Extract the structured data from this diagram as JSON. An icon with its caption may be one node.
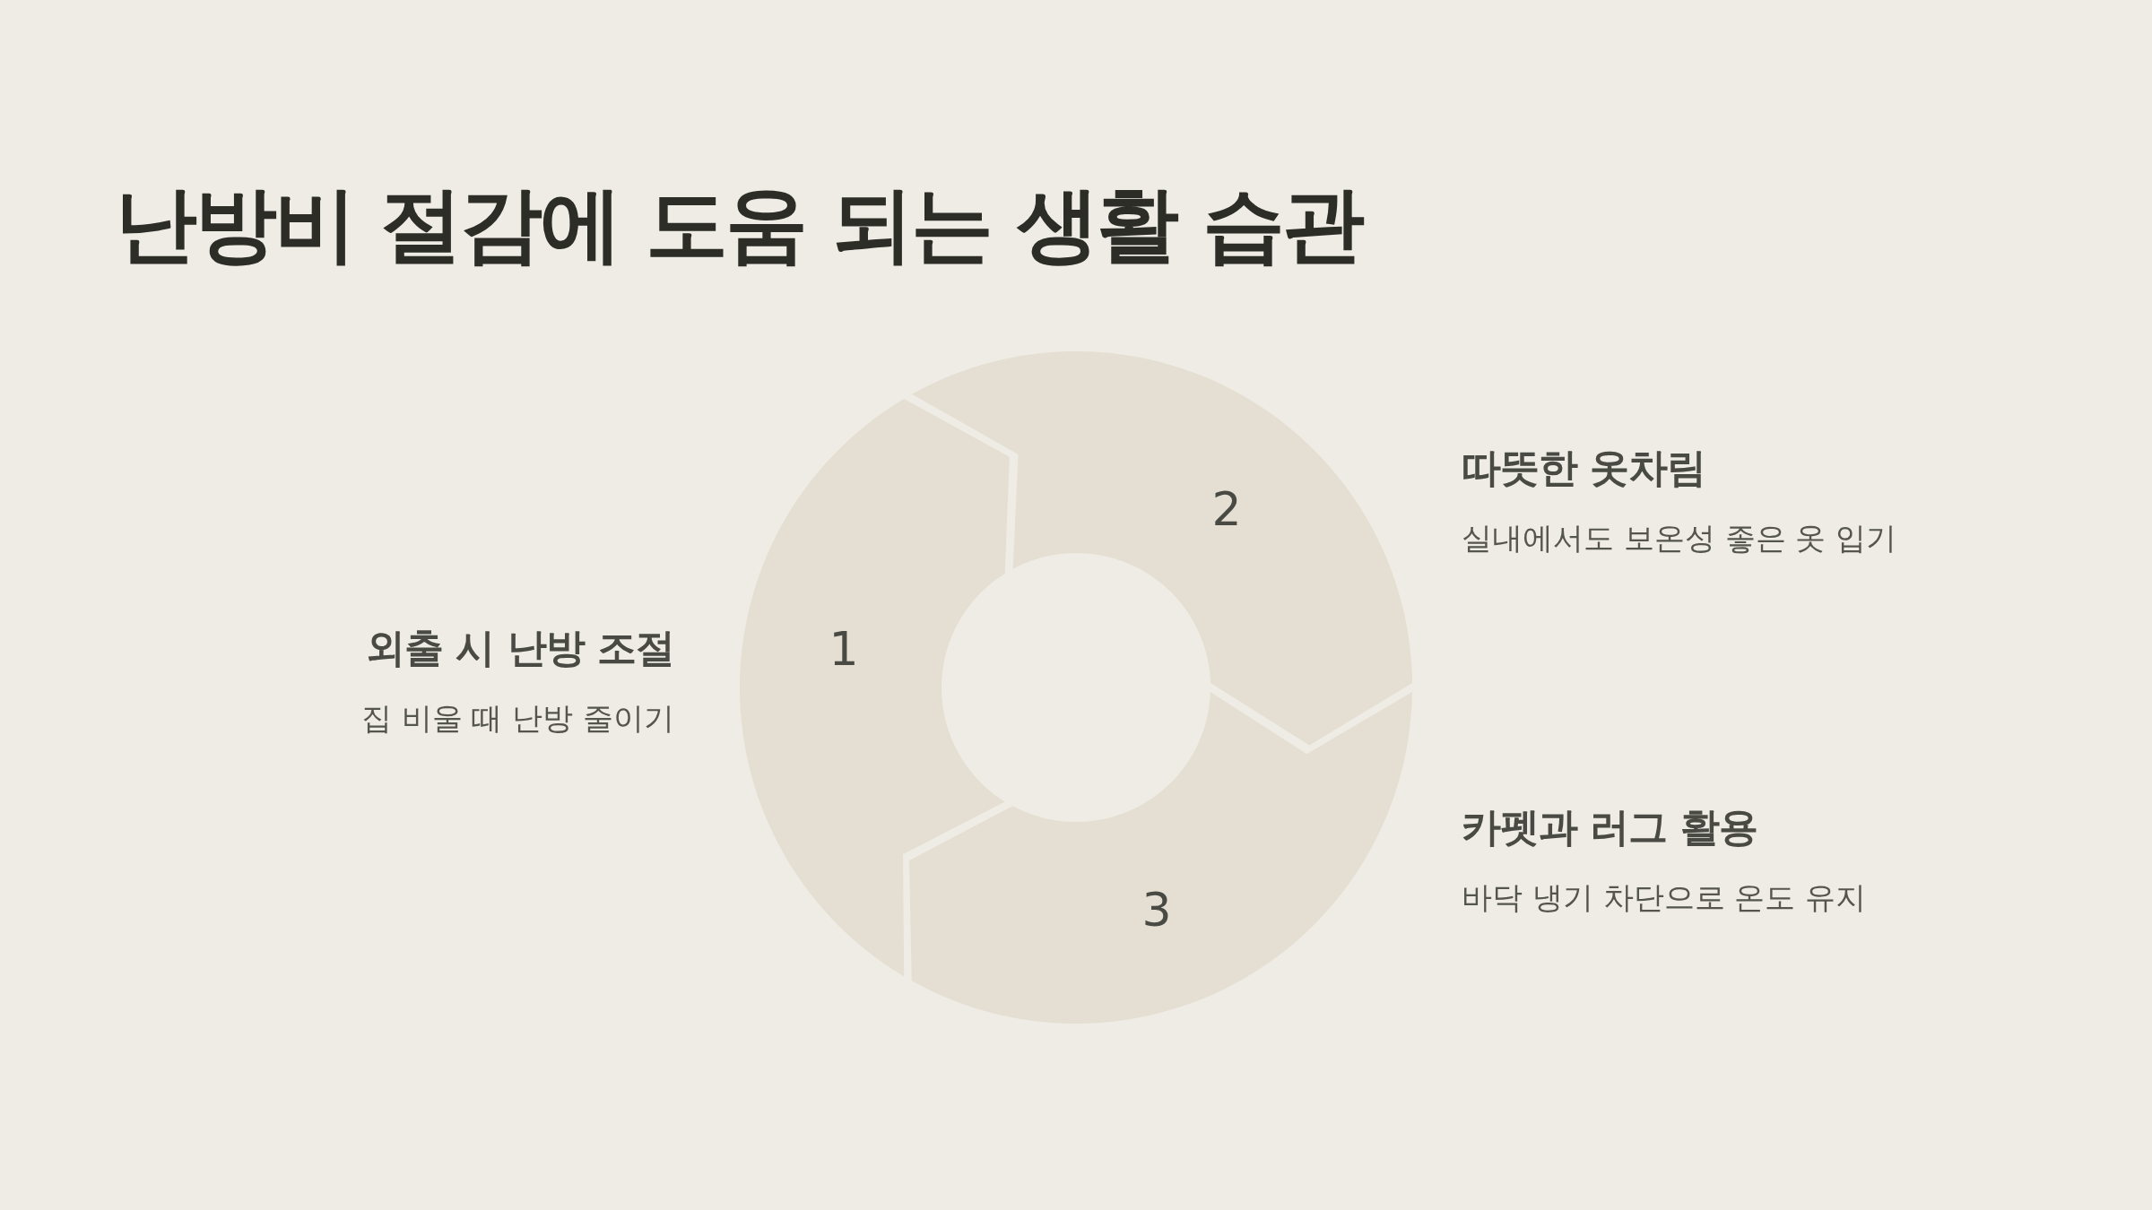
{
  "diagram": {
    "title": "난방비 절감에 도움 되는 생활 습관",
    "nodes": [
      {
        "text": [
          "1"
        ],
        "beside": [
          "외출 시 난방 조절",
          "집 비울 때 난방 줄이기"
        ]
      },
      {
        "text": [
          "2"
        ],
        "beside": [
          "따뜻한 옷차림",
          "실내에서도 보온성 좋은 옷 입기"
        ]
      },
      {
        "text": [
          "3"
        ],
        "beside": [
          "카펫과 러그 활용",
          "바닥 냉기 차단으로 온도 유지"
        ]
      }
    ],
    "edges": []
  }
}
